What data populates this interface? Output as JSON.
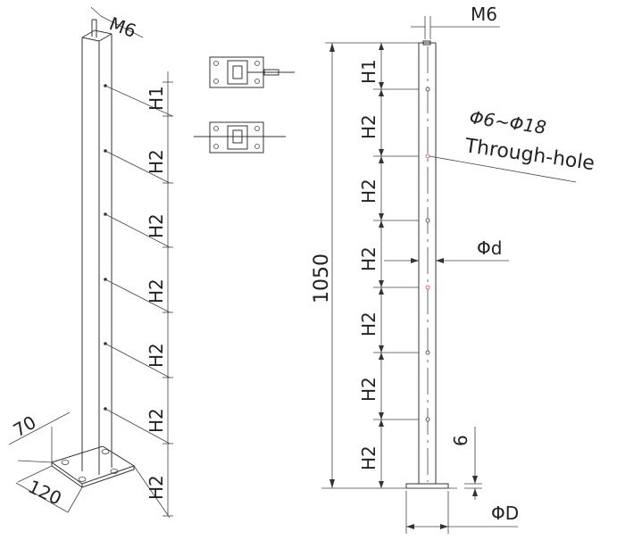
{
  "left_view": {
    "top_thread": "M6",
    "spacing_first": "H1",
    "spacing_repeat": "H2",
    "base_width": "70",
    "base_length": "120"
  },
  "right_view": {
    "top_thread": "M6",
    "spacing_first": "H1",
    "spacing_repeat": "H2",
    "hole_range": "Φ6~Φ18",
    "hole_type": "Through-hole",
    "tube_diameter": "Φd",
    "total_height": "1050",
    "base_thickness": "6",
    "base_diameter": "ΦD"
  }
}
